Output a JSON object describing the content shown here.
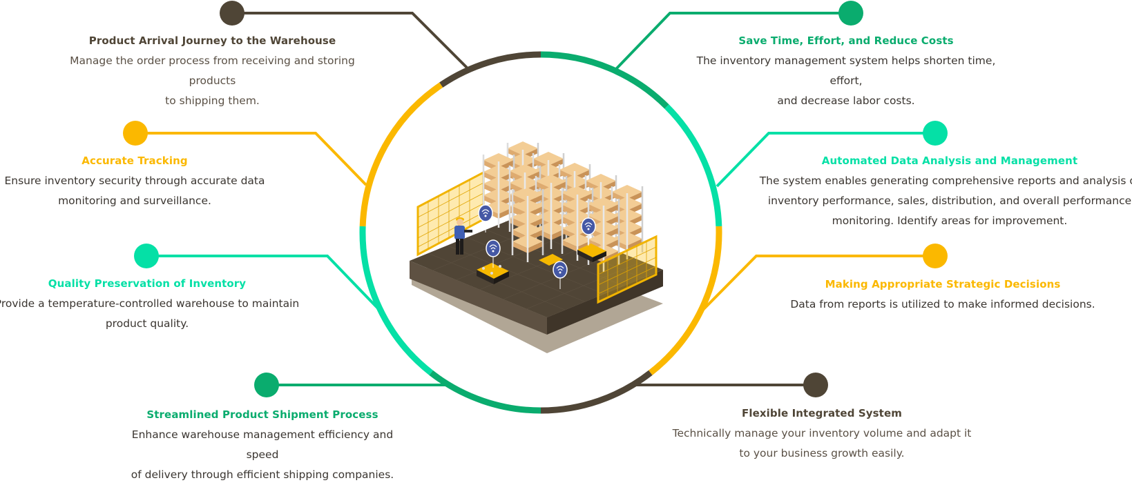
{
  "colors": {
    "brown": "#4f4536",
    "green": "#0aac6e",
    "teal": "#05e0a6",
    "yellow": "#fbb800"
  },
  "features": {
    "left": [
      {
        "id": "product-arrival",
        "title": "Product Arrival Journey to the Warehouse",
        "desc_lines": [
          "Manage the order process from receiving and storing products",
          "to shipping them."
        ],
        "color": "brown"
      },
      {
        "id": "accurate-tracking",
        "title": "Accurate Tracking",
        "desc_lines": [
          "Ensure inventory security through accurate data",
          "monitoring and surveillance."
        ],
        "color": "yellow"
      },
      {
        "id": "quality-preservation",
        "title": "Quality Preservation of Inventory",
        "desc_lines": [
          "Provide a temperature-controlled warehouse to maintain",
          "product quality."
        ],
        "color": "teal"
      },
      {
        "id": "streamlined-shipment",
        "title": "Streamlined Product Shipment Process",
        "desc_lines": [
          "Enhance warehouse management efficiency and speed",
          "of delivery through efficient shipping companies."
        ],
        "color": "green"
      }
    ],
    "right": [
      {
        "id": "save-time",
        "title": "Save Time, Effort, and Reduce Costs",
        "desc_lines": [
          "The inventory management system helps shorten time, effort,",
          "and decrease labor costs."
        ],
        "color": "green"
      },
      {
        "id": "automated-data",
        "title": "Automated Data Analysis and Management",
        "desc_lines": [
          "The system enables generating comprehensive reports and analysis of",
          "inventory performance, sales, distribution, and overall performance",
          "monitoring. Identify areas for improvement."
        ],
        "color": "teal"
      },
      {
        "id": "strategic-decisions",
        "title": "Making Appropriate Strategic Decisions",
        "desc_lines": [
          "Data from reports is utilized to make informed decisions."
        ],
        "color": "yellow"
      },
      {
        "id": "flexible-system",
        "title": "Flexible Integrated System",
        "desc_lines": [
          "Technically manage your inventory volume and adapt it",
          "to your business growth easily."
        ],
        "color": "brown"
      }
    ]
  },
  "illustration": {
    "subject": "isometric-warehouse",
    "icons": [
      "worker",
      "storage-racks",
      "agv-robot",
      "wifi-signal-badge",
      "safety-fence"
    ]
  }
}
